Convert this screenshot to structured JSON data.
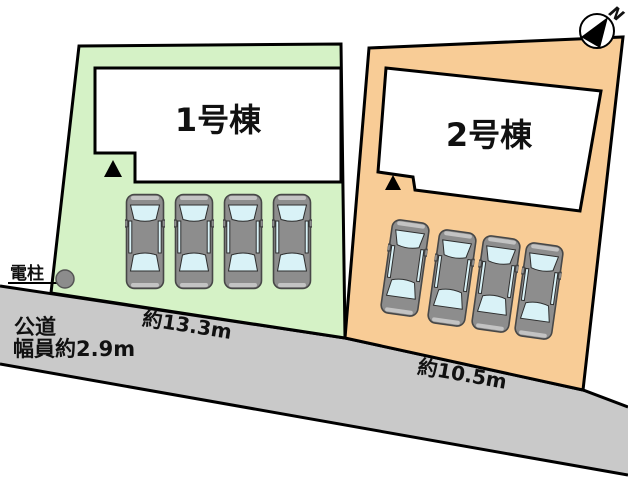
{
  "diagram": {
    "type": "real-estate-site-plan",
    "north_label": "N",
    "lots": [
      {
        "id": "1",
        "fill": "#d5f2c6",
        "building_label": "1号棟",
        "frontage_label": "約13.3m",
        "parking_spaces": 4
      },
      {
        "id": "2",
        "fill": "#f8cc96",
        "building_label": "2号棟",
        "frontage_label": "約10.5m",
        "parking_spaces": 4
      }
    ],
    "road": {
      "fill": "#c9c9c9",
      "name_label": "公道",
      "width_label": "幅員約2.9m"
    },
    "pole_label": "電柱",
    "colors": {
      "building_fill": "#ffffff",
      "line": "#000000",
      "car_body": "#8d8d8d",
      "car_window": "#d9f2f7",
      "pole_marker": "#8c8c8c"
    }
  }
}
